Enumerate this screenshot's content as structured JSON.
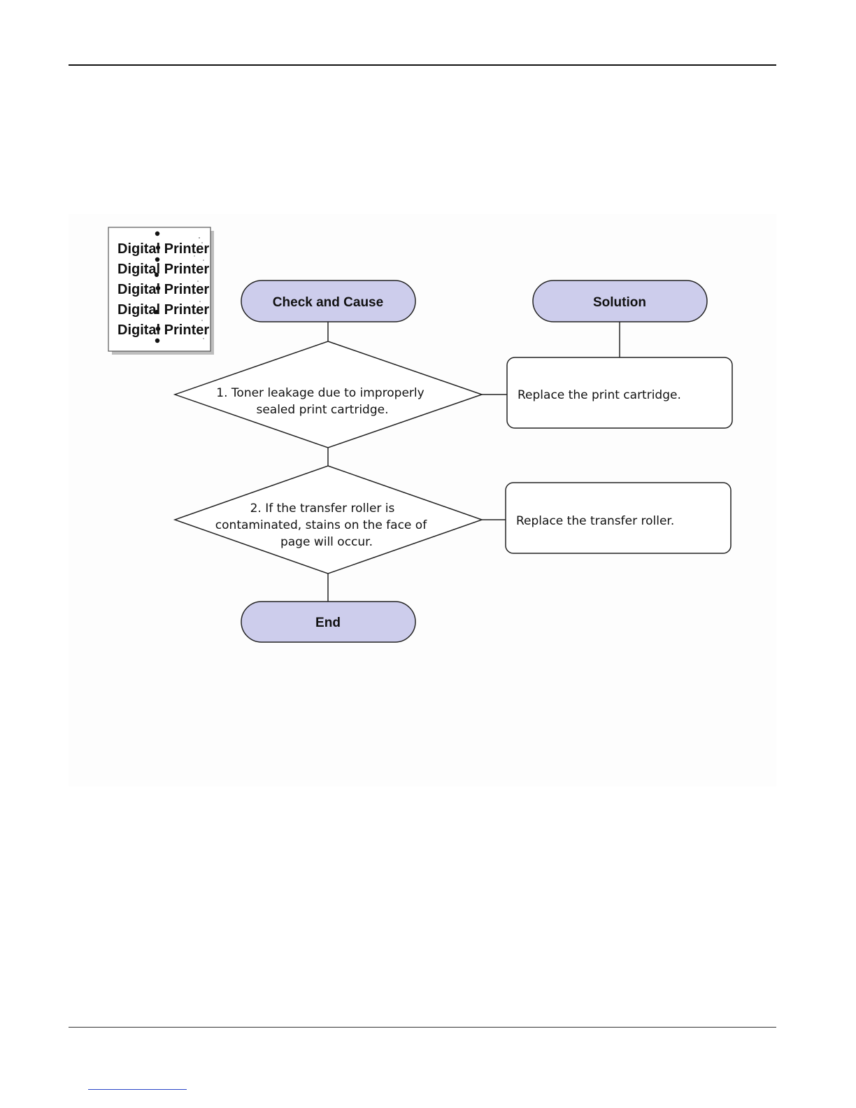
{
  "sample": {
    "lines": [
      "Digital Printer",
      "Digital Printer",
      "Digital Printer",
      "Digital Printer",
      "Digital Printer"
    ]
  },
  "flowchart": {
    "start_label": "Check and Cause",
    "solution_label": "Solution",
    "end_label": "End",
    "steps": [
      {
        "cause_lines": [
          "1. Toner leakage due to improperly",
          "sealed print cartridge."
        ],
        "solution": "Replace the print cartridge."
      },
      {
        "cause_lines": [
          "2. If the transfer roller is",
          "contaminated, stains on the face of",
          "page will occur."
        ],
        "solution": "Replace the transfer roller."
      }
    ]
  },
  "colors": {
    "terminal_fill": "#cdcdec",
    "stroke": "#222222"
  }
}
